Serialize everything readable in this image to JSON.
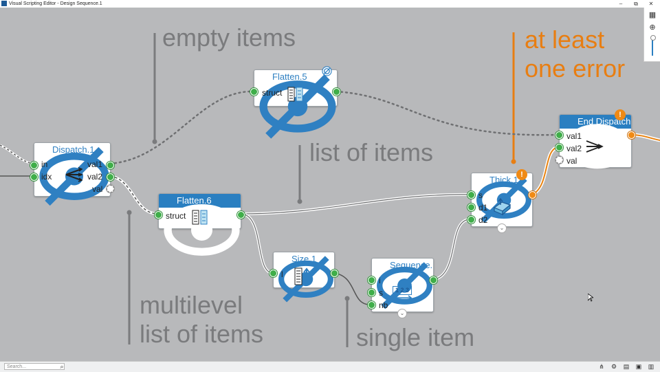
{
  "window": {
    "title": "Visual Scripting Editor - Design Sequence.1",
    "minimize": "–",
    "maximize": "⧉",
    "close": "✕"
  },
  "annotations": {
    "empty_items": "empty items",
    "list_of_items": "list of items",
    "multilevel_line1": "multilevel",
    "multilevel_line2": "list of items",
    "single_item": "single item",
    "error_line1": "at least",
    "error_line2": "one error"
  },
  "nodes": {
    "dispatch": {
      "title": "Dispatch.1",
      "in": "in",
      "idx": "idx",
      "val1": "val1",
      "val2": "val2",
      "val": "val"
    },
    "flatten5": {
      "title": "Flatten.5",
      "struct": "struct"
    },
    "flatten6": {
      "title": "Flatten.6",
      "struct": "struct"
    },
    "size": {
      "title": "Size.1",
      "l": "l"
    },
    "sequence": {
      "title": "Sequence.",
      "i": "i",
      "s": "s",
      "nb": "nb",
      "icon_text": "1 2 3"
    },
    "thick": {
      "title": "Thick.1",
      "s": "s",
      "d1": "d1",
      "d2": "d2"
    },
    "end_dispatch": {
      "title": "End Dispatch",
      "val1": "val1",
      "val2": "val2",
      "val": "val"
    }
  },
  "status_bar": {
    "search_placeholder": "Search..."
  },
  "colors": {
    "canvas": "#b8b9bb",
    "accent_blue": "#2a7fc1",
    "error_orange": "#f08a15",
    "port_green": "#3fae49",
    "annotation_gray": "#7a7b7d",
    "annotation_orange": "#e87e12"
  },
  "icons": [
    "eye-icon",
    "hidden-eye-icon",
    "warning-icon",
    "dispatch-icon",
    "flatten-icon",
    "size-icon",
    "sequence-icon",
    "thick-icon",
    "empty-set-icon",
    "map-icon",
    "zoom-icon",
    "search-icon",
    "chevron-down-icon"
  ]
}
